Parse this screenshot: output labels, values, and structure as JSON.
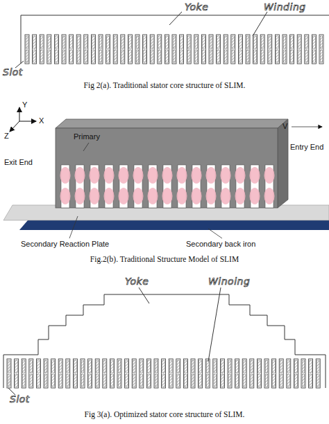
{
  "diagram": {
    "nodes": [
      {
        "text": [
          "Primary"
        ]
      }
    ],
    "labels": [
      "Yoke",
      "Winding",
      "Slot",
      "Fig 2(a). Traditional stator core structure of SLIM.",
      "Y",
      "X",
      "Z",
      "Exit End",
      "Entry End",
      "V",
      "Secondary Reaction Plate",
      "Secondary back iron",
      "Fig.2(b). Traditional Structure Model of SLIM",
      "Yoke",
      "Winoing",
      "Slot",
      "Fig 3(a). Optimized stator core structure of SLIM."
    ]
  }
}
